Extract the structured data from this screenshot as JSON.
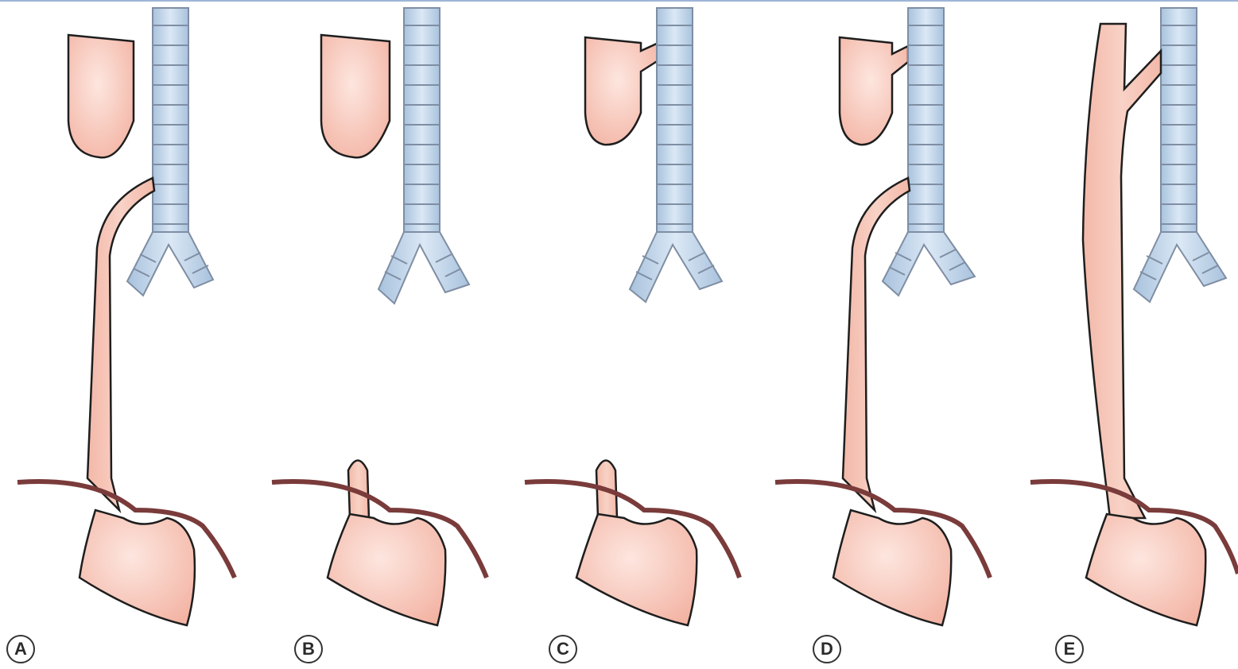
{
  "panels": [
    {
      "label": "A"
    },
    {
      "label": "B"
    },
    {
      "label": "C"
    },
    {
      "label": "D"
    },
    {
      "label": "E"
    }
  ],
  "colors": {
    "tissue": "#f6c3b6",
    "tissue_highlight": "#fbe3dc",
    "trachea": "#bcd3ea",
    "trachea_ring": "#7f8ea3",
    "diaphragm": "#7a3b3b",
    "outline": "#1e1e1e",
    "frame_border": "#9db5d6"
  }
}
